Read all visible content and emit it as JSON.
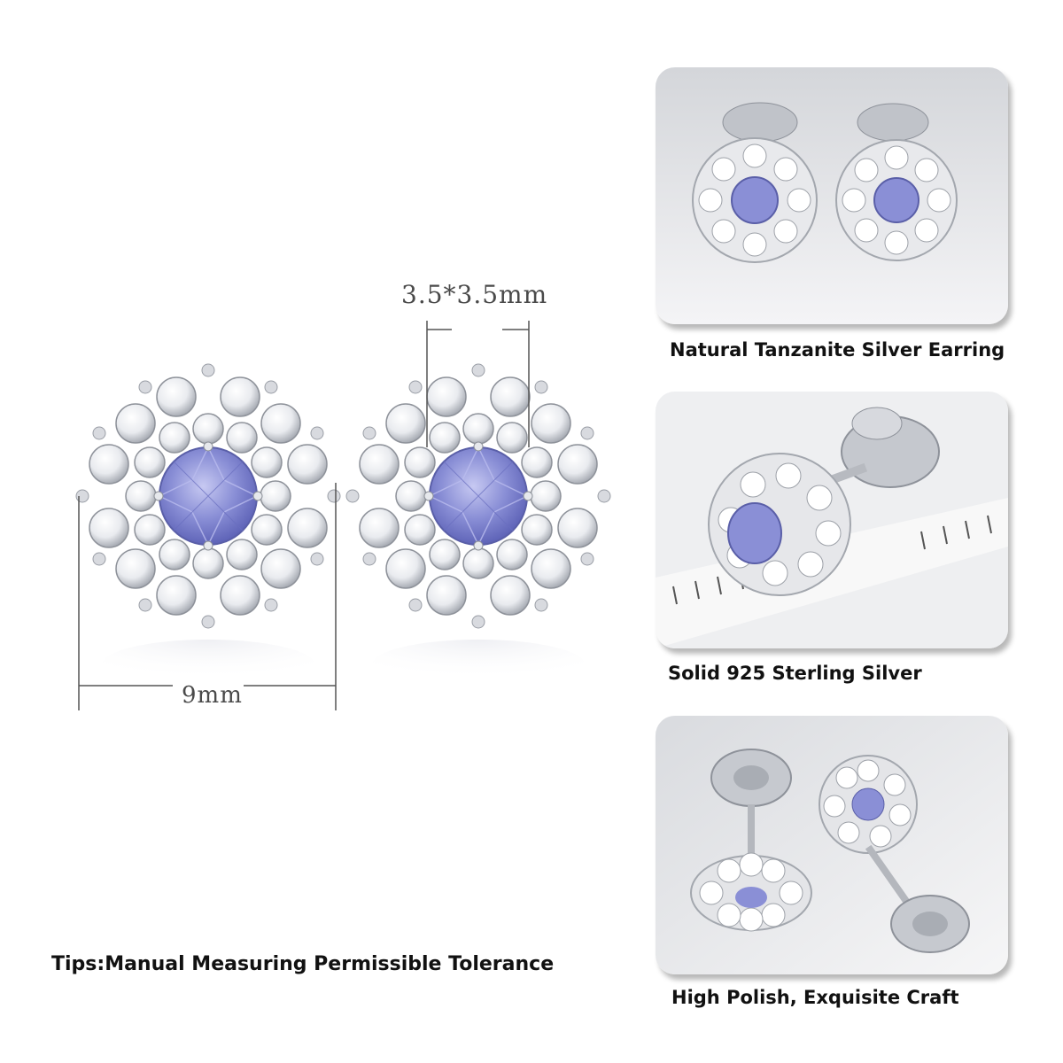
{
  "dimensions": {
    "stone_size": "3.5*3.5mm",
    "overall_width": "9mm"
  },
  "tips": "Tips:Manual Measuring Permissible Tolerance",
  "panels": [
    {
      "caption": "Natural Tanzanite Silver Earring",
      "image_icon": "earring-pair-front-photo"
    },
    {
      "caption": "Solid 925 Sterling Silver",
      "image_icon": "earring-side-with-ruler-photo"
    },
    {
      "caption": "High Polish, Exquisite Craft",
      "image_icon": "earring-back-clasp-photo"
    }
  ],
  "colors": {
    "tanzanite": "#8a8fd6",
    "silver": "#c9ccd2",
    "dimension_line": "#555555"
  }
}
